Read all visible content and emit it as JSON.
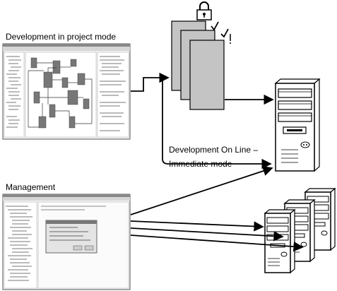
{
  "labels": {
    "project_mode": "Development in project mode",
    "online_line1": "Development On Line –",
    "online_line2": "Immediate mode",
    "management": "Management"
  }
}
